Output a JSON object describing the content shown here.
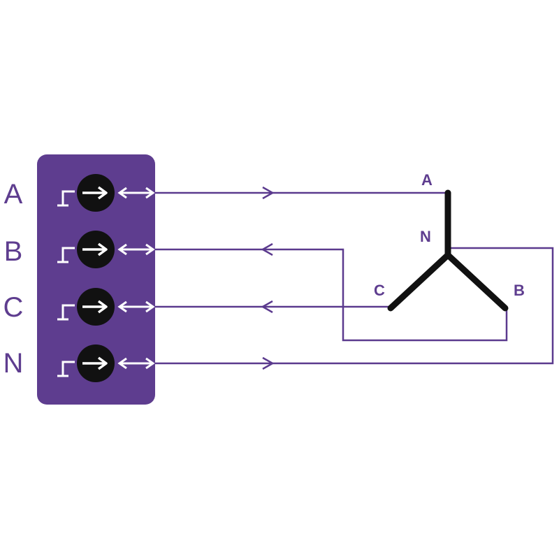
{
  "colors": {
    "accent": "#5e3d8f",
    "wire": "#5b3a8e",
    "winding": "#111111",
    "terminal_fill": "#111111",
    "arrow": "#ffffff"
  },
  "row_labels": [
    "A",
    "B",
    "C",
    "N"
  ],
  "star_labels": {
    "a": "A",
    "b": "B",
    "c": "C",
    "n": "N"
  },
  "icons": [
    "ground-icon",
    "arrow-right-icon",
    "double-arrow-icon"
  ]
}
